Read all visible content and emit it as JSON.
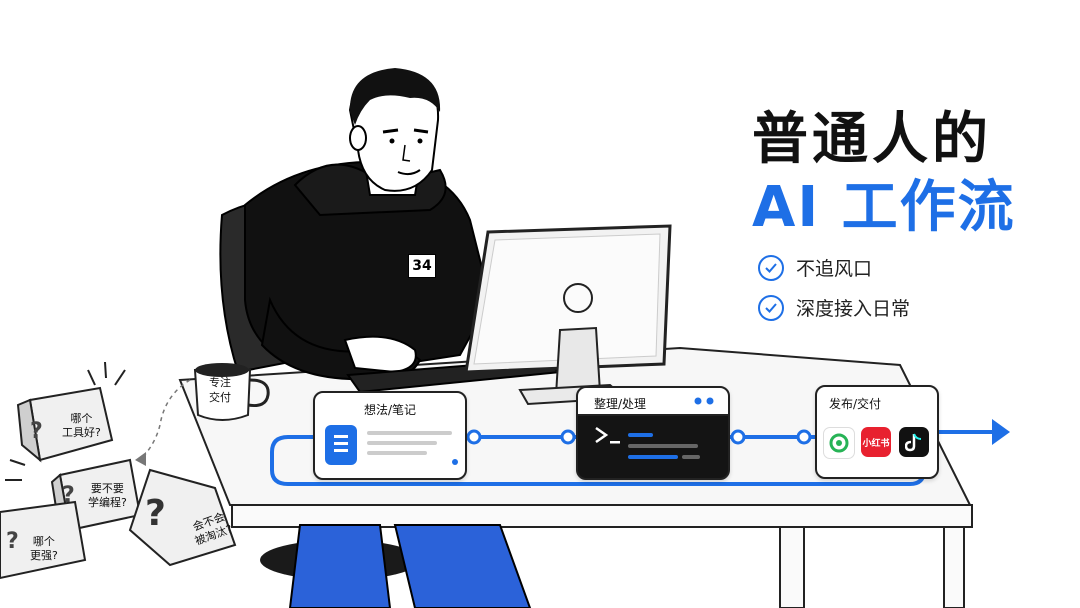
{
  "headline": {
    "line1": "普通人的",
    "line2": "AI 工作流"
  },
  "bullets": [
    {
      "icon": "check-circle-icon",
      "text": "不追风口"
    },
    {
      "icon": "check-circle-icon",
      "text": "深度接入日常"
    }
  ],
  "jersey_number": "34",
  "mug_text": "专注\n交付",
  "workflow": {
    "step1": {
      "title": "想法/笔记",
      "icon": "document-icon"
    },
    "step2": {
      "title": "整理/处理",
      "icon": "terminal-icon"
    },
    "step3": {
      "title": "发布/交付",
      "apps": [
        "wechat-icon",
        "xiaohongshu-icon",
        "douyin-icon"
      ],
      "xiaohongshu_label": "小红书"
    }
  },
  "question_boxes": [
    {
      "text": "哪个\n工具好?"
    },
    {
      "text": "要不要\n学编程?"
    },
    {
      "text": "会不会\n被淘汰?"
    },
    {
      "text": "哪个\n更强?"
    }
  ],
  "colors": {
    "accent": "#1e6fe6",
    "hoodie": "#111111",
    "pants": "#2b62d9"
  }
}
